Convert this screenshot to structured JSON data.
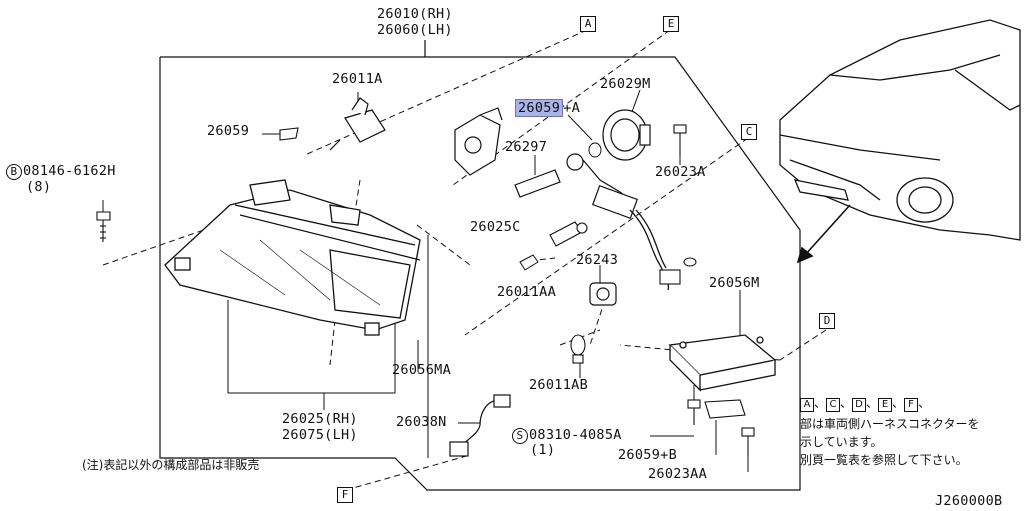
{
  "labels": {
    "headlamp_rh": "26010(RH)",
    "headlamp_lh": "26060(LH)",
    "bulb_a": "26011A",
    "clip": "26059",
    "bolt_code": "08146-6162H",
    "bolt_qty": "(8)",
    "bolt_prefix": "B",
    "part_26059A": "26059",
    "part_26059A_suffix": "+A",
    "ring": "26029M",
    "socket": "26297",
    "screw": "26023A",
    "bulb_c": "26025C",
    "bulb_aa": "26011AA",
    "holder": "26243",
    "ballast": "26056M",
    "harness": "26056MA",
    "bulb_ab": "26011AB",
    "lens_rh": "26025(RH)",
    "lens_lh": "26075(LH)",
    "harness_n": "26038N",
    "screw_code": "08310-4085A",
    "screw_qty": "(1)",
    "screw_prefix": "S",
    "label_b": "26059+B",
    "screw_aa": "26023AA",
    "diagram_id": "J260000B"
  },
  "connector_boxes": [
    "A",
    "E",
    "C",
    "D",
    "F"
  ],
  "notes": {
    "left_note": "(注)表記以外の構成部品は非販売",
    "legend_letters": [
      "A",
      "C",
      "D",
      "E",
      "F"
    ],
    "legend_line1_suffix": "部は車両側ハーネスコネクターを",
    "legend_line2": "示しています。",
    "legend_line3": "別頁一覧表を参照して下さい。"
  },
  "colors": {
    "ink": "#111111",
    "highlight": "#a9b3e8"
  }
}
